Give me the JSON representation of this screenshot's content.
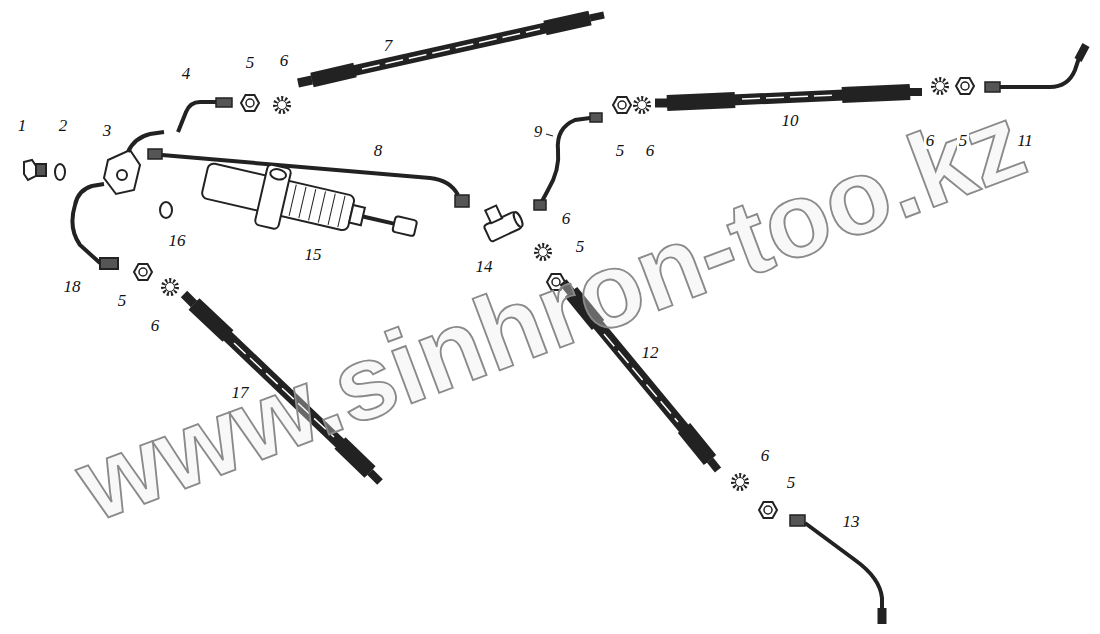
{
  "diagram": {
    "labels": [
      "1",
      "2",
      "3",
      "4",
      "5",
      "6",
      "7",
      "8",
      "9",
      "5",
      "6",
      "10",
      "6",
      "5",
      "11",
      "16",
      "15",
      "14",
      "6",
      "18",
      "5",
      "6",
      "5",
      "12",
      "17",
      "6",
      "5",
      "13",
      "www.sinhron-too.kz"
    ]
  }
}
